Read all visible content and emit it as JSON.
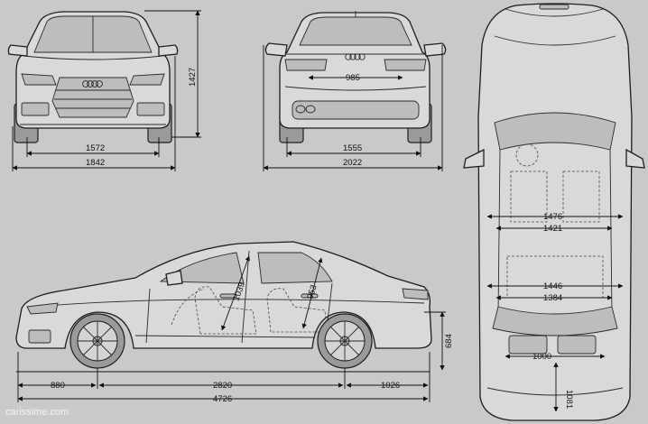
{
  "dimensions": {
    "front_track": "1572",
    "front_width": "1842",
    "height": "1427",
    "rear_track": "1555",
    "rear_width": "2022",
    "trunk_opening": "985",
    "front_overhang": "880",
    "wheelbase": "2820",
    "rear_overhang": "1026",
    "length": "4726",
    "front_headroom": "1039",
    "rear_headroom": "953",
    "ground_to_sill": "684",
    "front_shoulder": "1476",
    "front_hip": "1421",
    "rear_shoulder": "1446",
    "rear_hip": "1384",
    "trunk_width": "1000",
    "trunk_length": "1081"
  },
  "watermark": "carissime.com"
}
